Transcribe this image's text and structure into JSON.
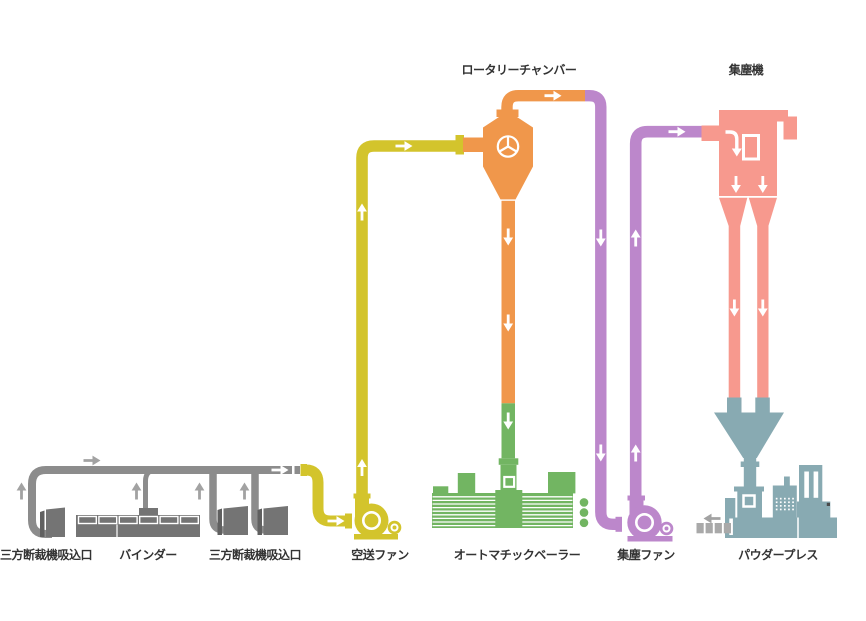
{
  "labels": {
    "rotary_chamber": "ロータリーチャンバー",
    "dust_collector": "集塵機",
    "cutter_inlet_left": "三方断裁機吸込口",
    "binder": "バインダー",
    "cutter_inlet_right": "三方断裁機吸込口",
    "air_fan": "空送ファン",
    "baler": "オートマチックベーラー",
    "dust_fan": "集塵ファン",
    "powder_press": "パウダープレス"
  },
  "colors": {
    "background": "#ffffff",
    "label_text": "#333333",
    "gray_pipe": "#8c8c8c",
    "gray_machine": "#747474",
    "gray_machine_dark": "#606060",
    "gray_arrow": "#a2a2a2",
    "block_gray": "#a9a9a9",
    "yellow": "#d3c42c",
    "orange": "#f0974b",
    "purple": "#bc87cb",
    "salmon": "#f7998e",
    "teal": "#88aab2",
    "green": "#72b562"
  }
}
